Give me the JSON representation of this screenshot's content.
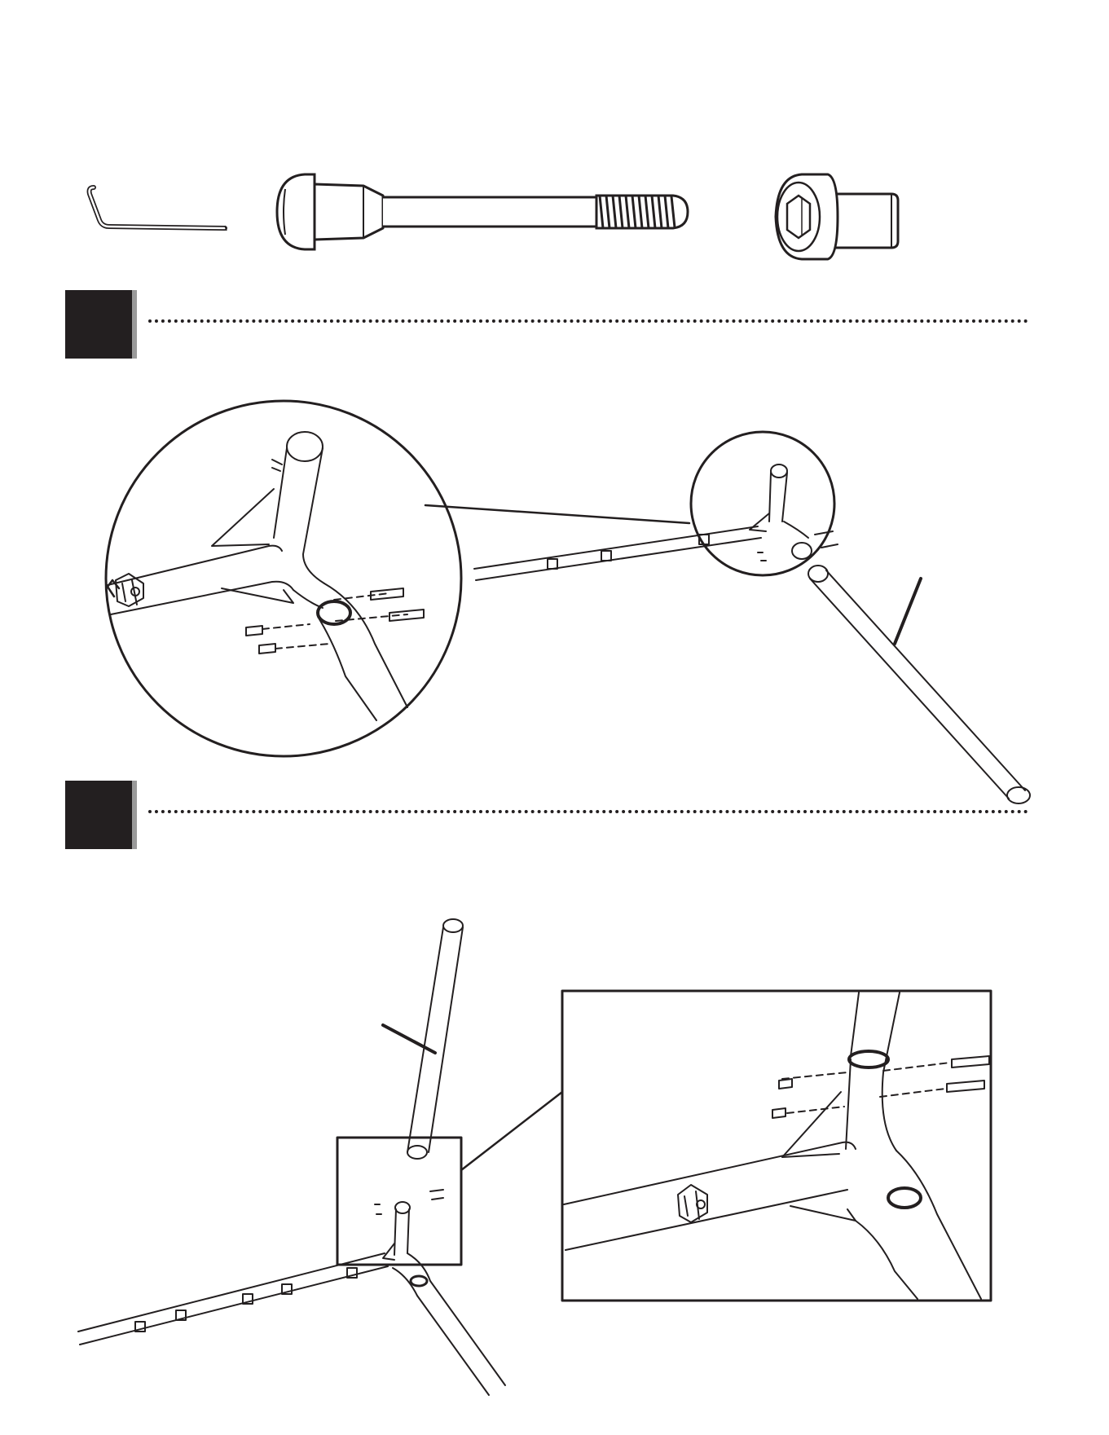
{
  "page": {
    "background": "#ffffff",
    "ink": "#231f20",
    "shadow": "#9a9a9a"
  },
  "hardware": [
    {
      "name": "hex-key",
      "icon": "allen-wrench-icon"
    },
    {
      "name": "long-bolt",
      "icon": "bolt-icon"
    },
    {
      "name": "barrel-nut",
      "icon": "barrel-nut-icon"
    }
  ],
  "steps": [
    {
      "label": ""
    },
    {
      "label": ""
    }
  ]
}
